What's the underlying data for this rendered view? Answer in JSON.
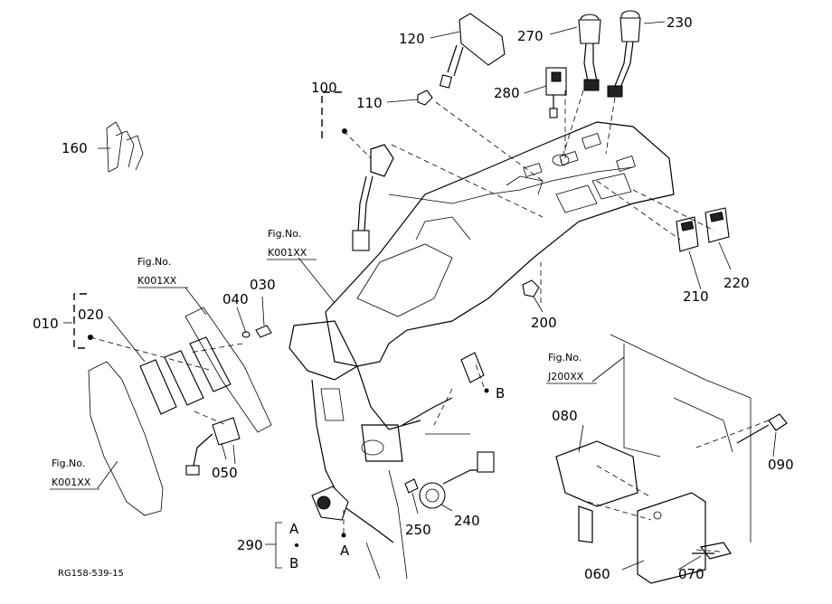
{
  "labels": {
    "p120": "120",
    "p270": "270",
    "p230": "230",
    "p280": "280",
    "p100": "100",
    "p110": "110",
    "p160": "160",
    "p210": "210",
    "p220": "220",
    "p200": "200",
    "p010": "010",
    "p020": "020",
    "p040": "040",
    "p030": "030",
    "p050": "050",
    "p080": "080",
    "p090": "090",
    "p240": "240",
    "p250": "250",
    "p290": "290",
    "p060": "060",
    "p070": "070",
    "a": "A",
    "b": "B"
  },
  "fig_refs": [
    {
      "title": "Fig.No.",
      "code": "K001XX"
    },
    {
      "title": "Fig.No.",
      "code": "K001XX"
    },
    {
      "title": "Fig.No.",
      "code": "K001XX"
    },
    {
      "title": "Fig.No.",
      "code": "J200XX"
    }
  ],
  "drawing_code": "RG158-539-15"
}
